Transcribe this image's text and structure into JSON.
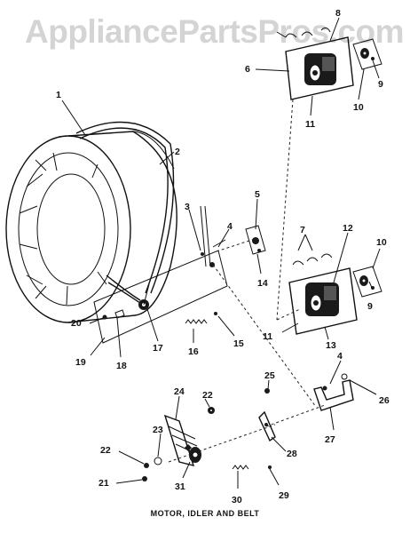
{
  "watermark": "AppliancePartsPros.com",
  "caption": "MOTOR, IDLER AND BELT",
  "labels": {
    "n1": "1",
    "n2": "2",
    "n3": "3",
    "n4a": "4",
    "n4b": "4",
    "n5": "5",
    "n6": "6",
    "n7": "7",
    "n8": "8",
    "n9a": "9",
    "n9b": "9",
    "n10a": "10",
    "n10b": "10",
    "n11a": "11",
    "n11b": "11",
    "n12": "12",
    "n13": "13",
    "n14": "14",
    "n15": "15",
    "n16": "16",
    "n17": "17",
    "n18": "18",
    "n19": "19",
    "n20": "20",
    "n21": "21",
    "n22a": "22",
    "n22b": "22",
    "n23": "23",
    "n24": "24",
    "n25": "25",
    "n26": "26",
    "n27": "27",
    "n28": "28",
    "n29": "29",
    "n30": "30",
    "n31": "31"
  }
}
